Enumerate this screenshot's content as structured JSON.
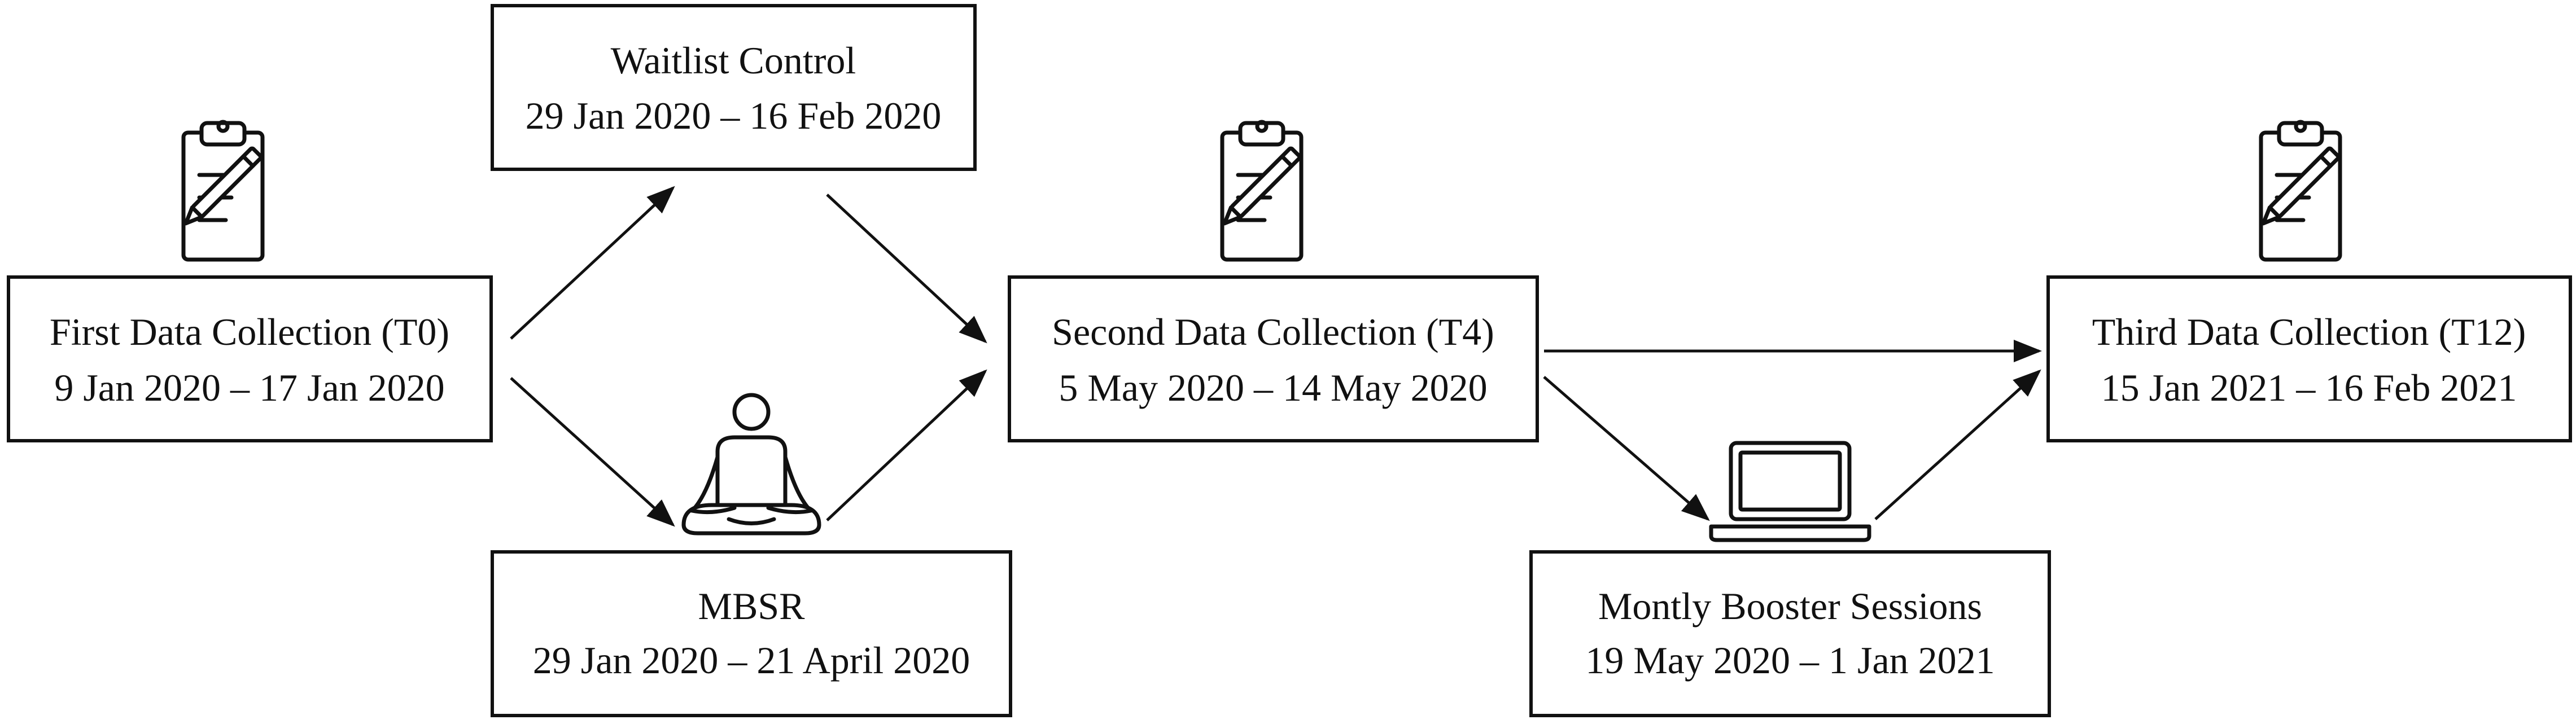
{
  "nodes": {
    "t0": {
      "title": "First Data Collection (T0)",
      "dates": "9 Jan 2020 – 17 Jan 2020",
      "icon": "clipboard-icon"
    },
    "waitlist": {
      "title": "Waitlist Control",
      "dates": "29 Jan 2020 – 16 Feb 2020"
    },
    "mbsr": {
      "title": "MBSR",
      "dates": "29 Jan 2020 – 21 April 2020",
      "icon": "meditation-icon"
    },
    "t4": {
      "title": "Second Data Collection (T4)",
      "dates": "5 May 2020 – 14 May 2020",
      "icon": "clipboard-icon"
    },
    "booster": {
      "title": "Montly Booster Sessions",
      "dates": "19 May 2020 – 1 Jan 2021",
      "icon": "laptop-icon"
    },
    "t12": {
      "title": "Third Data Collection (T12)",
      "dates": "15 Jan 2021 – 16 Feb 2021",
      "icon": "clipboard-icon"
    }
  },
  "edges": [
    {
      "from": "t0",
      "to": "waitlist"
    },
    {
      "from": "t0",
      "to": "mbsr"
    },
    {
      "from": "waitlist",
      "to": "t4"
    },
    {
      "from": "mbsr",
      "to": "t4"
    },
    {
      "from": "t4",
      "to": "t12"
    },
    {
      "from": "t4",
      "to": "booster"
    },
    {
      "from": "booster",
      "to": "t12"
    }
  ],
  "colors": {
    "stroke": "#111111",
    "background": "#ffffff"
  }
}
